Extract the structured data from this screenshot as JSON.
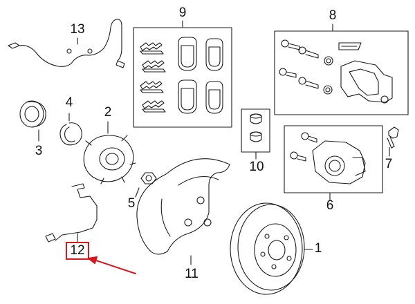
{
  "callouts": {
    "c1": "1",
    "c2": "2",
    "c3": "3",
    "c4": "4",
    "c5": "5",
    "c6": "6",
    "c7": "7",
    "c8": "8",
    "c9": "9",
    "c10": "10",
    "c11": "11",
    "c12": "12",
    "c13": "13"
  },
  "highlight": {
    "part": "12",
    "color": "#d9161c"
  },
  "colors": {
    "line": "#1a1a1a",
    "box_stroke": "#1a1a1a",
    "accent": "#d9161c"
  }
}
